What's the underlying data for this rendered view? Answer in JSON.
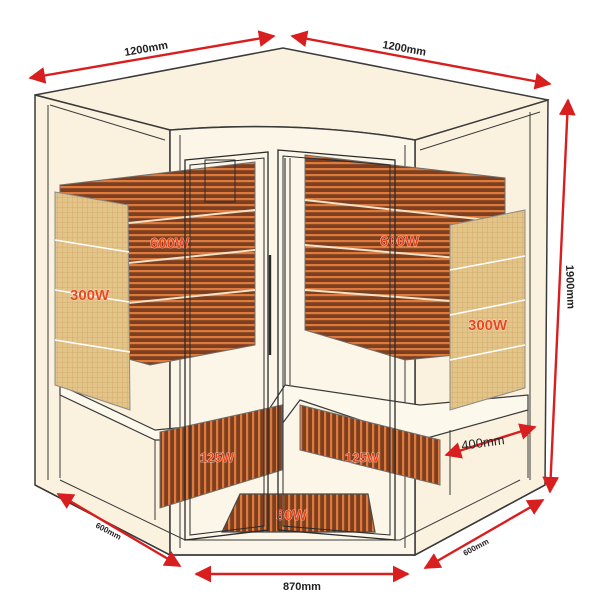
{
  "dimensions": {
    "top_left_width": "1200mm",
    "top_right_width": "1200mm",
    "height": "1900mm",
    "bench_depth": "400mm",
    "bottom_left_side": "600mm",
    "bottom_right_side": "600mm",
    "door_width": "870mm"
  },
  "heaters": {
    "back_left": "600W",
    "back_right": "600W",
    "side_left": "300W",
    "side_right": "300W",
    "bench_left": "125W",
    "bench_right": "125W",
    "floor": "80W"
  },
  "colors": {
    "arrow": "#d81e1e",
    "frame_outline": "#3a3a3a",
    "cabin_fill": "#faf2df",
    "heater_wood": "#8a4a2a",
    "heater_element": "#e07a3a",
    "side_panel": "#e3c58a",
    "watt_label": "#e8461c"
  }
}
